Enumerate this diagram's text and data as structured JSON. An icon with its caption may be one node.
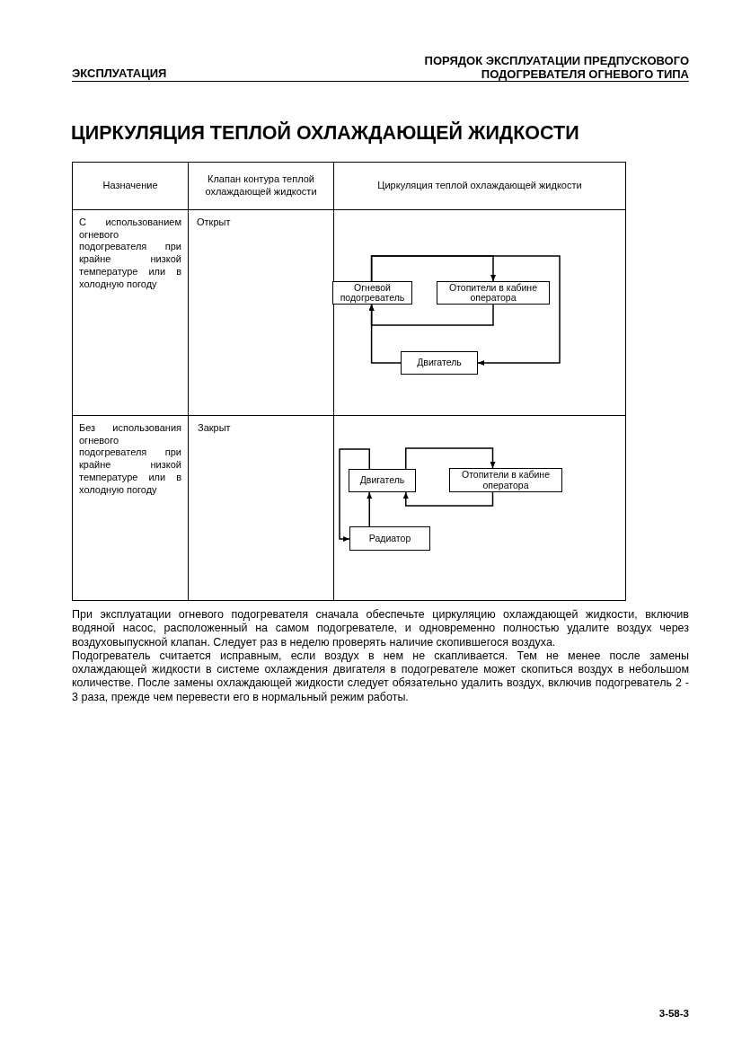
{
  "diagram": {
    "title": "ЦИРКУЛЯЦИЯ ТЕПЛОЙ ОХЛАЖДАЮЩЕЙ ЖИДКОСТИ",
    "nodes": [
      {
        "text": [
          "Огневой подогреватель"
        ]
      },
      {
        "text": [
          "Отопители в кабине оператора"
        ]
      },
      {
        "text": [
          "Двигатель"
        ]
      },
      {
        "text": [
          "Двигатель"
        ]
      },
      {
        "text": [
          "Отопители в кабине оператора"
        ]
      },
      {
        "text": [
          "Радиатор"
        ]
      }
    ],
    "edges": [
      {
        "from": 0,
        "to": 1,
        "arrow": "to"
      },
      {
        "from": 0,
        "to": 2,
        "arrow": "to"
      },
      {
        "from": 1,
        "to": 0,
        "arrow": "to"
      },
      {
        "from": 2,
        "to": 0,
        "arrow": "to"
      },
      {
        "from": 3,
        "to": 5,
        "arrow": "to"
      },
      {
        "from": 3,
        "to": 4,
        "arrow": "to"
      },
      {
        "from": 4,
        "to": 3,
        "arrow": "to"
      },
      {
        "from": 5,
        "to": 3,
        "arrow": "to"
      }
    ],
    "labels": [
      "ЭКСПЛУАТАЦИЯ",
      "ПОРЯДОК ЭКСПЛУАТАЦИИ ПРЕДПУСКОВОГО ПОДОГРЕВАТЕЛЯ ОГНЕВОГО ТИПА",
      "Назначение",
      "Клапан контура теплой охлаждающей жидкости",
      "Циркуляция теплой охлаждающей жидкости",
      "С использованием огневого подогревателя при крайне низкой температуре или в холодную погоду",
      "Открыт",
      "Без использования огневого подогревателя при крайне низкой температуре или в холодную погоду",
      "Закрыт",
      "При эксплуатации огневого подогревателя сначала обеспечьте циркуляцию охлаждающей жидкости, включив водяной насос, расположенный на самом подогревателе, и одновременно полностью удалите воздух через воздуховыпускной клапан. Следует раз в неделю проверять наличие скопившегося воздуха.",
      "Подогреватель считается исправным, если воздух в нем не скапливается. Тем не менее после замены охлаждающей жидкости в системе охлаждения двигателя в подогревателе может скопиться воздух в небольшом количестве. После замены охлаждающей жидкости следует обязательно удалить воздух, включив подогреватель 2 - 3 раза, прежде чем перевести его в нормальный режим работы.",
      "3-58-3"
    ]
  }
}
